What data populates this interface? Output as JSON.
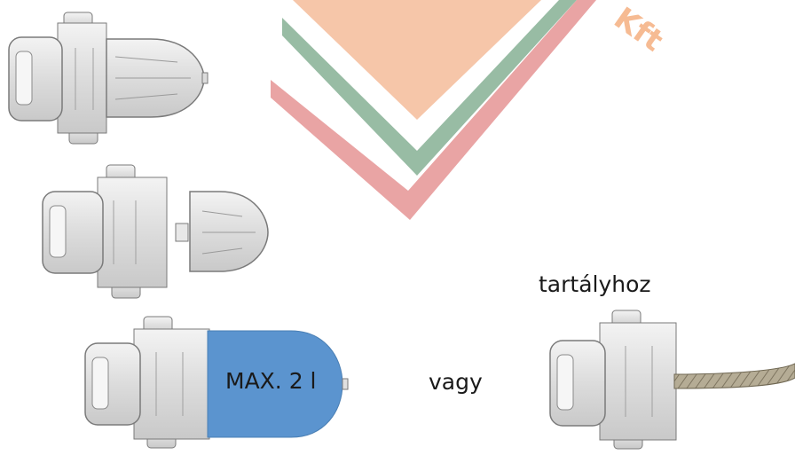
{
  "watermark": {
    "text": "Kft",
    "colors": [
      "#f6b88e",
      "#8fb89a",
      "#e59a9a"
    ],
    "accent": "#f6b88e"
  },
  "labels": {
    "tank": "tartályhoz",
    "or": "vagy",
    "capacity": "MAX. 2 l"
  },
  "colors": {
    "device_body": "#e9e9e9",
    "device_outline": "#7a7a7a",
    "container": "#5b94cf",
    "hose": "#a39a84"
  }
}
